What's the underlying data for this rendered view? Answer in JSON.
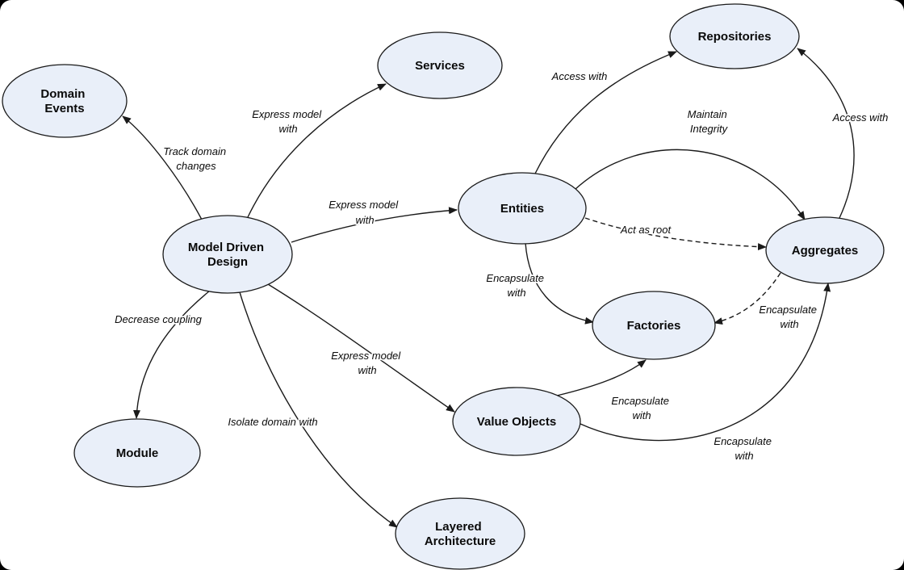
{
  "diagram": {
    "type": "concept-map",
    "subject": "Domain Driven Design pattern relationships",
    "colors": {
      "background_color": "#000000",
      "canvas_color": "#ffffff",
      "node_fill": "#e9eff9",
      "node_stroke": "#1a1a1a",
      "edge_color": "#1a1a1a",
      "text_color": "#0a0a0a"
    },
    "nodes": {
      "domain_events": {
        "label": "Domain Events",
        "lines": [
          "Domain",
          "Events"
        ]
      },
      "services": {
        "label": "Services",
        "lines": [
          "Services"
        ]
      },
      "repositories": {
        "label": "Repositories",
        "lines": [
          "Repositories"
        ]
      },
      "model_driven_design": {
        "label": "Model Driven Design",
        "lines": [
          "Model Driven",
          "Design"
        ]
      },
      "entities": {
        "label": "Entities",
        "lines": [
          "Entities"
        ]
      },
      "aggregates": {
        "label": "Aggregates",
        "lines": [
          "Aggregates"
        ]
      },
      "factories": {
        "label": "Factories",
        "lines": [
          "Factories"
        ]
      },
      "module": {
        "label": "Module",
        "lines": [
          "Module"
        ]
      },
      "value_objects": {
        "label": "Value Objects",
        "lines": [
          "Value Objects"
        ]
      },
      "layered_architecture": {
        "label": "Layered Architecture",
        "lines": [
          "Layered",
          "Architecture"
        ]
      }
    },
    "edges": [
      {
        "from": "model_driven_design",
        "to": "domain_events",
        "label": "Track domain changes",
        "lines": [
          "Track domain",
          "changes"
        ],
        "style": "solid"
      },
      {
        "from": "model_driven_design",
        "to": "services",
        "label": "Express model with",
        "lines": [
          "Express model",
          "with"
        ],
        "style": "solid"
      },
      {
        "from": "model_driven_design",
        "to": "entities",
        "label": "Express model with",
        "lines": [
          "Express model",
          "with"
        ],
        "style": "solid"
      },
      {
        "from": "model_driven_design",
        "to": "value_objects",
        "label": "Express model with",
        "lines": [
          "Express model",
          "with"
        ],
        "style": "solid"
      },
      {
        "from": "model_driven_design",
        "to": "module",
        "label": "Decrease coupling",
        "lines": [
          "Decrease coupling"
        ],
        "style": "solid"
      },
      {
        "from": "model_driven_design",
        "to": "layered_architecture",
        "label": "Isolate domain with",
        "lines": [
          "Isolate domain with"
        ],
        "style": "solid"
      },
      {
        "from": "entities",
        "to": "repositories",
        "label": "Access with",
        "lines": [
          "Access with"
        ],
        "style": "solid"
      },
      {
        "from": "aggregates",
        "to": "repositories",
        "label": "Access with",
        "lines": [
          "Access with"
        ],
        "style": "solid"
      },
      {
        "from": "entities",
        "to": "aggregates",
        "label": "Maintain Integrity",
        "lines": [
          "Maintain",
          "Integrity"
        ],
        "style": "solid"
      },
      {
        "from": "entities",
        "to": "aggregates",
        "label": "Act as root",
        "lines": [
          "Act as root"
        ],
        "style": "dashed"
      },
      {
        "from": "entities",
        "to": "factories",
        "label": "Encapsulate with",
        "lines": [
          "Encapsulate",
          "with"
        ],
        "style": "solid"
      },
      {
        "from": "aggregates",
        "to": "factories",
        "label": "Encapsulate with",
        "lines": [
          "Encapsulate",
          "with"
        ],
        "style": "dashed"
      },
      {
        "from": "value_objects",
        "to": "factories",
        "label": "Encapsulate with",
        "lines": [
          "Encapsulate",
          "with"
        ],
        "style": "solid"
      },
      {
        "from": "value_objects",
        "to": "aggregates",
        "label": "Encapsulate with",
        "lines": [
          "Encapsulate",
          "with"
        ],
        "style": "solid"
      }
    ]
  }
}
